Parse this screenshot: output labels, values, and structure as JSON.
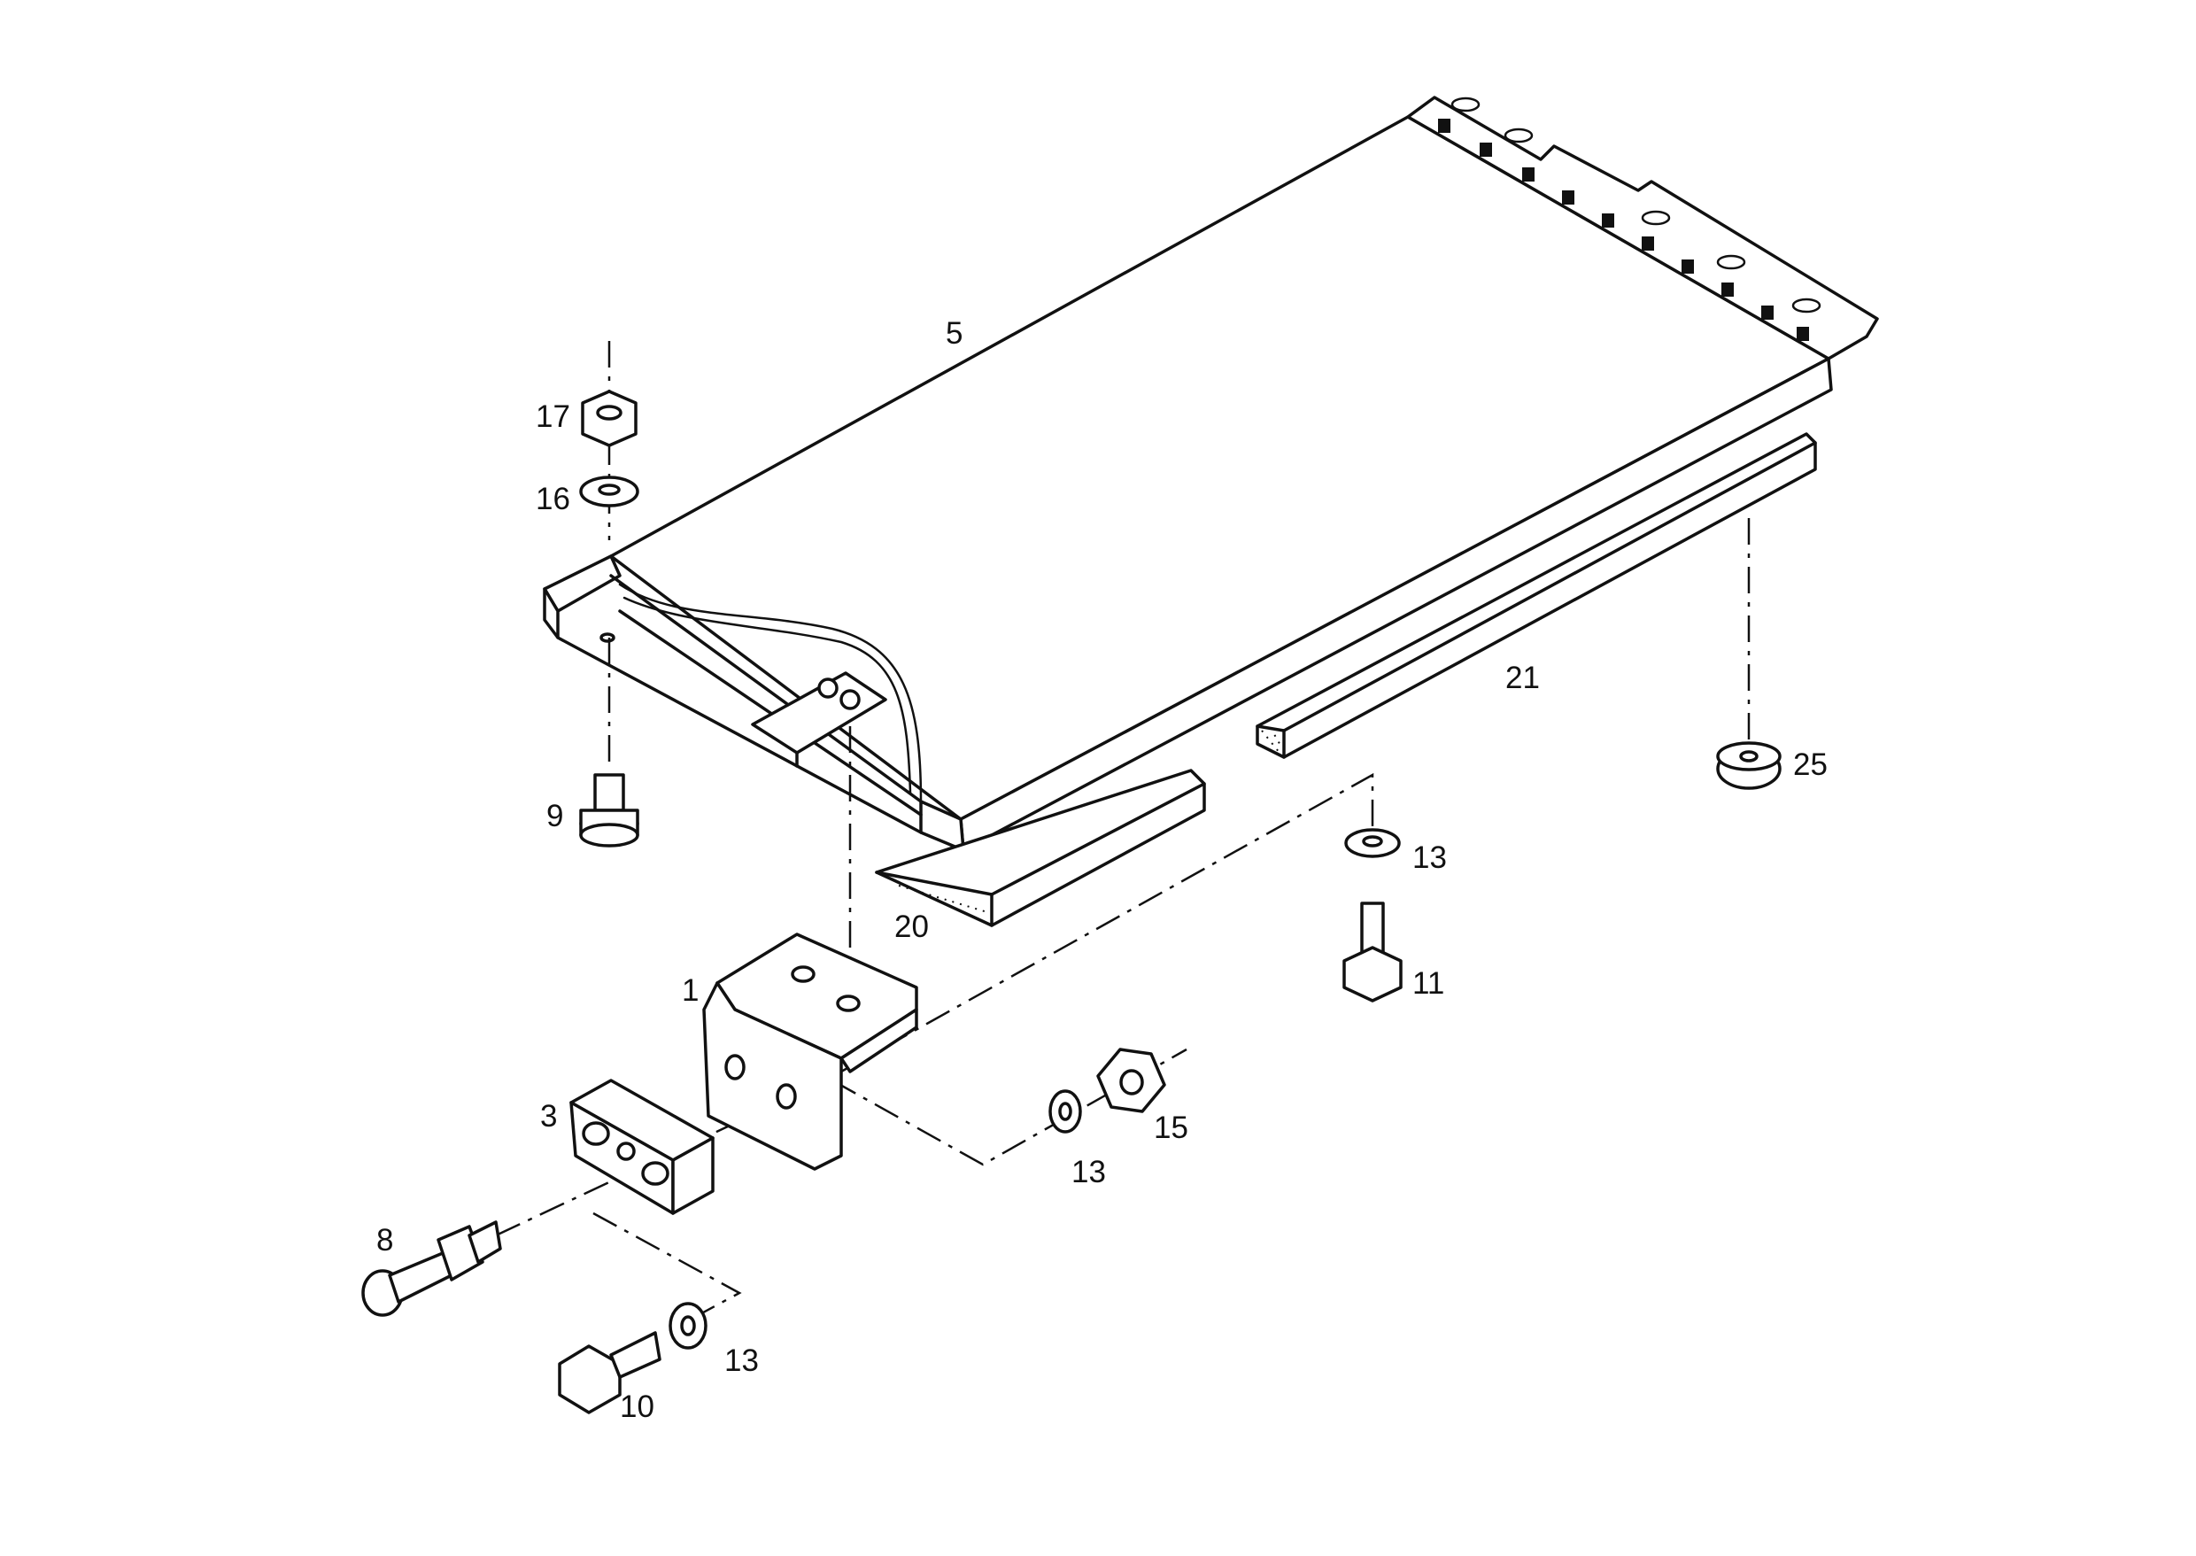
{
  "callouts": {
    "c1": "1",
    "c3": "3",
    "c5": "5",
    "c8": "8",
    "c9": "9",
    "c10": "10",
    "c11": "11",
    "c13a": "13",
    "c13b": "13",
    "c13c": "13",
    "c15": "15",
    "c16": "16",
    "c17": "17",
    "c20": "20",
    "c21": "21",
    "c25": "25"
  }
}
